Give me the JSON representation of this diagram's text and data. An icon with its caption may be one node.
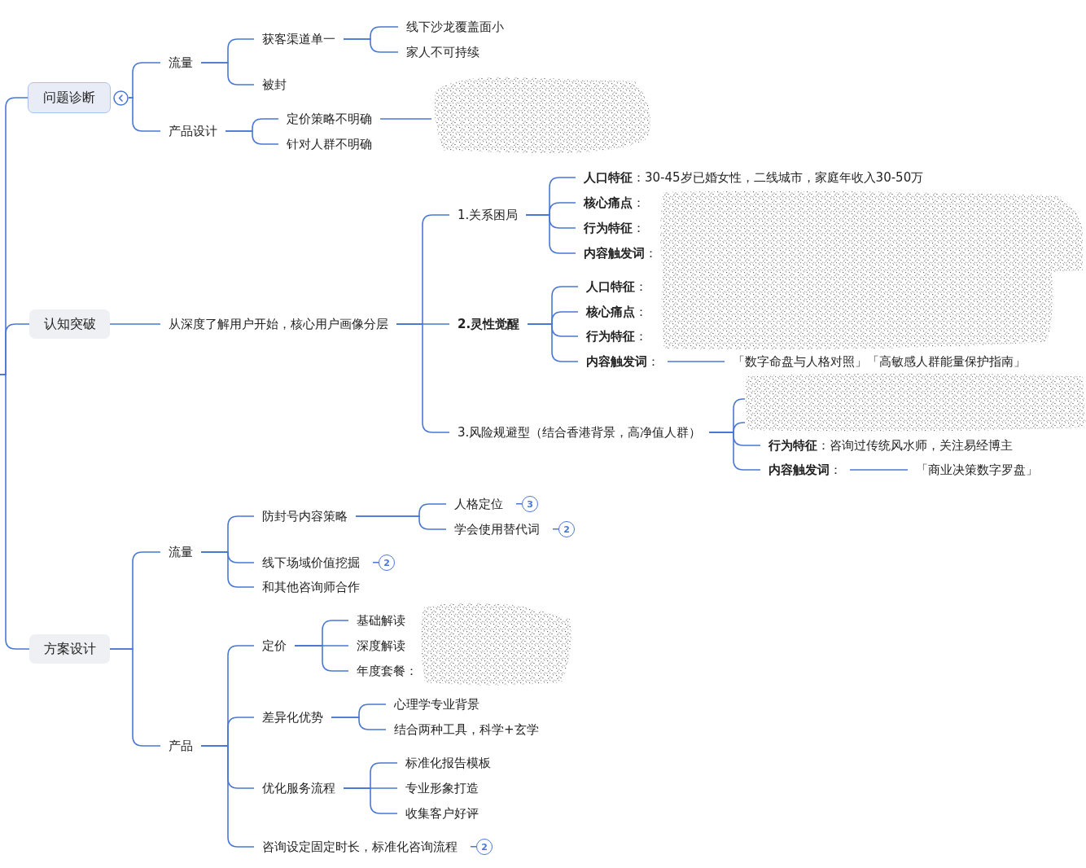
{
  "diagram": {
    "nodes": [
      {
        "text": [
          "问题诊断"
        ]
      },
      {
        "text": [
          "流量"
        ]
      },
      {
        "text": [
          "获客渠道单一"
        ]
      },
      {
        "text": [
          "线下沙龙覆盖面小"
        ]
      },
      {
        "text": [
          "家人不可持续"
        ]
      },
      {
        "text": [
          "被封"
        ]
      },
      {
        "text": [
          "产品设计"
        ]
      },
      {
        "text": [
          "定价策略不明确"
        ]
      },
      {
        "text": [],
        "shape": "scribble"
      },
      {
        "text": [
          "针对人群不明确"
        ]
      },
      {
        "text": [
          "认知突破"
        ]
      },
      {
        "text": [
          "从深度了解用户开始，核心用户画像分层"
        ]
      },
      {
        "text": [
          "1.关系困局"
        ]
      },
      {
        "text": [
          "**人口特征**：30-45岁已婚女性，二线城市，家庭年收入30-50万"
        ]
      },
      {
        "text": [
          "**核心痛点**："
        ]
      },
      {
        "text": [
          "**行为特征**："
        ]
      },
      {
        "text": [
          "**内容触发词**："
        ]
      },
      {
        "text": [
          "2.灵性觉醒"
        ]
      },
      {
        "text": [
          "**人口特征**："
        ]
      },
      {
        "text": [
          "**核心痛点**："
        ]
      },
      {
        "text": [
          "**行为特征**："
        ]
      },
      {
        "text": [
          "**内容触发词**："
        ]
      },
      {
        "text": [
          "「数字命盘与人格对照」「高敏感人群能量保护指南」"
        ]
      },
      {
        "text": [
          "3.风险规避型（结合香港背景，高净值人群）"
        ]
      },
      {
        "text": [],
        "shape": "scribble"
      },
      {
        "text": [
          "**行为特征**：咨询过传统风水师，关注易经博主"
        ]
      },
      {
        "text": [
          "**内容触发词**："
        ]
      },
      {
        "text": [
          "「商业决策数字罗盘」"
        ]
      },
      {
        "text": [
          "方案设计"
        ]
      },
      {
        "text": [
          "流量"
        ]
      },
      {
        "text": [
          "防封号内容策略"
        ]
      },
      {
        "text": [
          "人格定位"
        ],
        "beside": [
          "3"
        ]
      },
      {
        "text": [
          "学会使用替代词"
        ],
        "beside": [
          "2"
        ]
      },
      {
        "text": [
          "线下场域价值挖掘"
        ],
        "beside": [
          "2"
        ]
      },
      {
        "text": [
          "和其他咨询师合作"
        ]
      },
      {
        "text": [
          "产品"
        ]
      },
      {
        "text": [
          "定价"
        ]
      },
      {
        "text": [
          "基础解读"
        ]
      },
      {
        "text": [
          "深度解读"
        ]
      },
      {
        "text": [
          "年度套餐："
        ]
      },
      {
        "text": [
          "差异化优势"
        ]
      },
      {
        "text": [
          "心理学专业背景"
        ]
      },
      {
        "text": [
          "结合两种工具，科学+玄学"
        ]
      },
      {
        "text": [
          "优化服务流程"
        ]
      },
      {
        "text": [
          "标准化报告模板"
        ]
      },
      {
        "text": [
          "专业形象打造"
        ]
      },
      {
        "text": [
          "收集客户好评"
        ]
      },
      {
        "text": [
          "咨询设定固定时长，标准化咨询流程"
        ],
        "beside": [
          "2"
        ]
      }
    ],
    "edges": [
      {
        "from": null,
        "to": 0,
        "arrow": "none"
      },
      {
        "from": null,
        "to": 10,
        "arrow": "none"
      },
      {
        "from": null,
        "to": 28,
        "arrow": "none"
      },
      {
        "from": 0,
        "to": 1,
        "arrow": "none"
      },
      {
        "from": 0,
        "to": 6,
        "arrow": "none"
      },
      {
        "from": 1,
        "to": 2,
        "arrow": "none"
      },
      {
        "from": 1,
        "to": 5,
        "arrow": "none"
      },
      {
        "from": 2,
        "to": 3,
        "arrow": "none"
      },
      {
        "from": 2,
        "to": 4,
        "arrow": "none"
      },
      {
        "from": 6,
        "to": 7,
        "arrow": "none"
      },
      {
        "from": 6,
        "to": 9,
        "arrow": "none"
      },
      {
        "from": 7,
        "to": 8,
        "arrow": "none"
      },
      {
        "from": 10,
        "to": 11,
        "arrow": "none"
      },
      {
        "from": 11,
        "to": 12,
        "arrow": "none"
      },
      {
        "from": 11,
        "to": 17,
        "arrow": "none"
      },
      {
        "from": 11,
        "to": 23,
        "arrow": "none"
      },
      {
        "from": 12,
        "to": 13,
        "arrow": "none"
      },
      {
        "from": 12,
        "to": 14,
        "arrow": "none"
      },
      {
        "from": 12,
        "to": 15,
        "arrow": "none"
      },
      {
        "from": 12,
        "to": 16,
        "arrow": "none"
      },
      {
        "from": 17,
        "to": 18,
        "arrow": "none"
      },
      {
        "from": 17,
        "to": 19,
        "arrow": "none"
      },
      {
        "from": 17,
        "to": 20,
        "arrow": "none"
      },
      {
        "from": 17,
        "to": 21,
        "arrow": "none"
      },
      {
        "from": 21,
        "to": 22,
        "arrow": "none"
      },
      {
        "from": 23,
        "to": 24,
        "arrow": "none"
      },
      {
        "from": 23,
        "to": 24,
        "arrow": "none"
      },
      {
        "from": 23,
        "to": 25,
        "arrow": "none"
      },
      {
        "from": 23,
        "to": 26,
        "arrow": "none"
      },
      {
        "from": 26,
        "to": 27,
        "arrow": "none"
      },
      {
        "from": 28,
        "to": 29,
        "arrow": "none"
      },
      {
        "from": 28,
        "to": 35,
        "arrow": "none"
      },
      {
        "from": 29,
        "to": 30,
        "arrow": "none"
      },
      {
        "from": 29,
        "to": 33,
        "arrow": "none"
      },
      {
        "from": 29,
        "to": 34,
        "arrow": "none"
      },
      {
        "from": 30,
        "to": 31,
        "arrow": "none"
      },
      {
        "from": 30,
        "to": 32,
        "arrow": "none"
      },
      {
        "from": 35,
        "to": 36,
        "arrow": "none"
      },
      {
        "from": 35,
        "to": 40,
        "arrow": "none"
      },
      {
        "from": 35,
        "to": 43,
        "arrow": "none"
      },
      {
        "from": 35,
        "to": 47,
        "arrow": "none"
      },
      {
        "from": 36,
        "to": 37,
        "arrow": "none"
      },
      {
        "from": 36,
        "to": 38,
        "arrow": "none"
      },
      {
        "from": 36,
        "to": 39,
        "arrow": "none"
      },
      {
        "from": 40,
        "to": 41,
        "arrow": "none"
      },
      {
        "from": 40,
        "to": 42,
        "arrow": "none"
      },
      {
        "from": 43,
        "to": 44,
        "arrow": "none"
      },
      {
        "from": 43,
        "to": 45,
        "arrow": "none"
      },
      {
        "from": 43,
        "to": 46,
        "arrow": "none"
      }
    ]
  }
}
